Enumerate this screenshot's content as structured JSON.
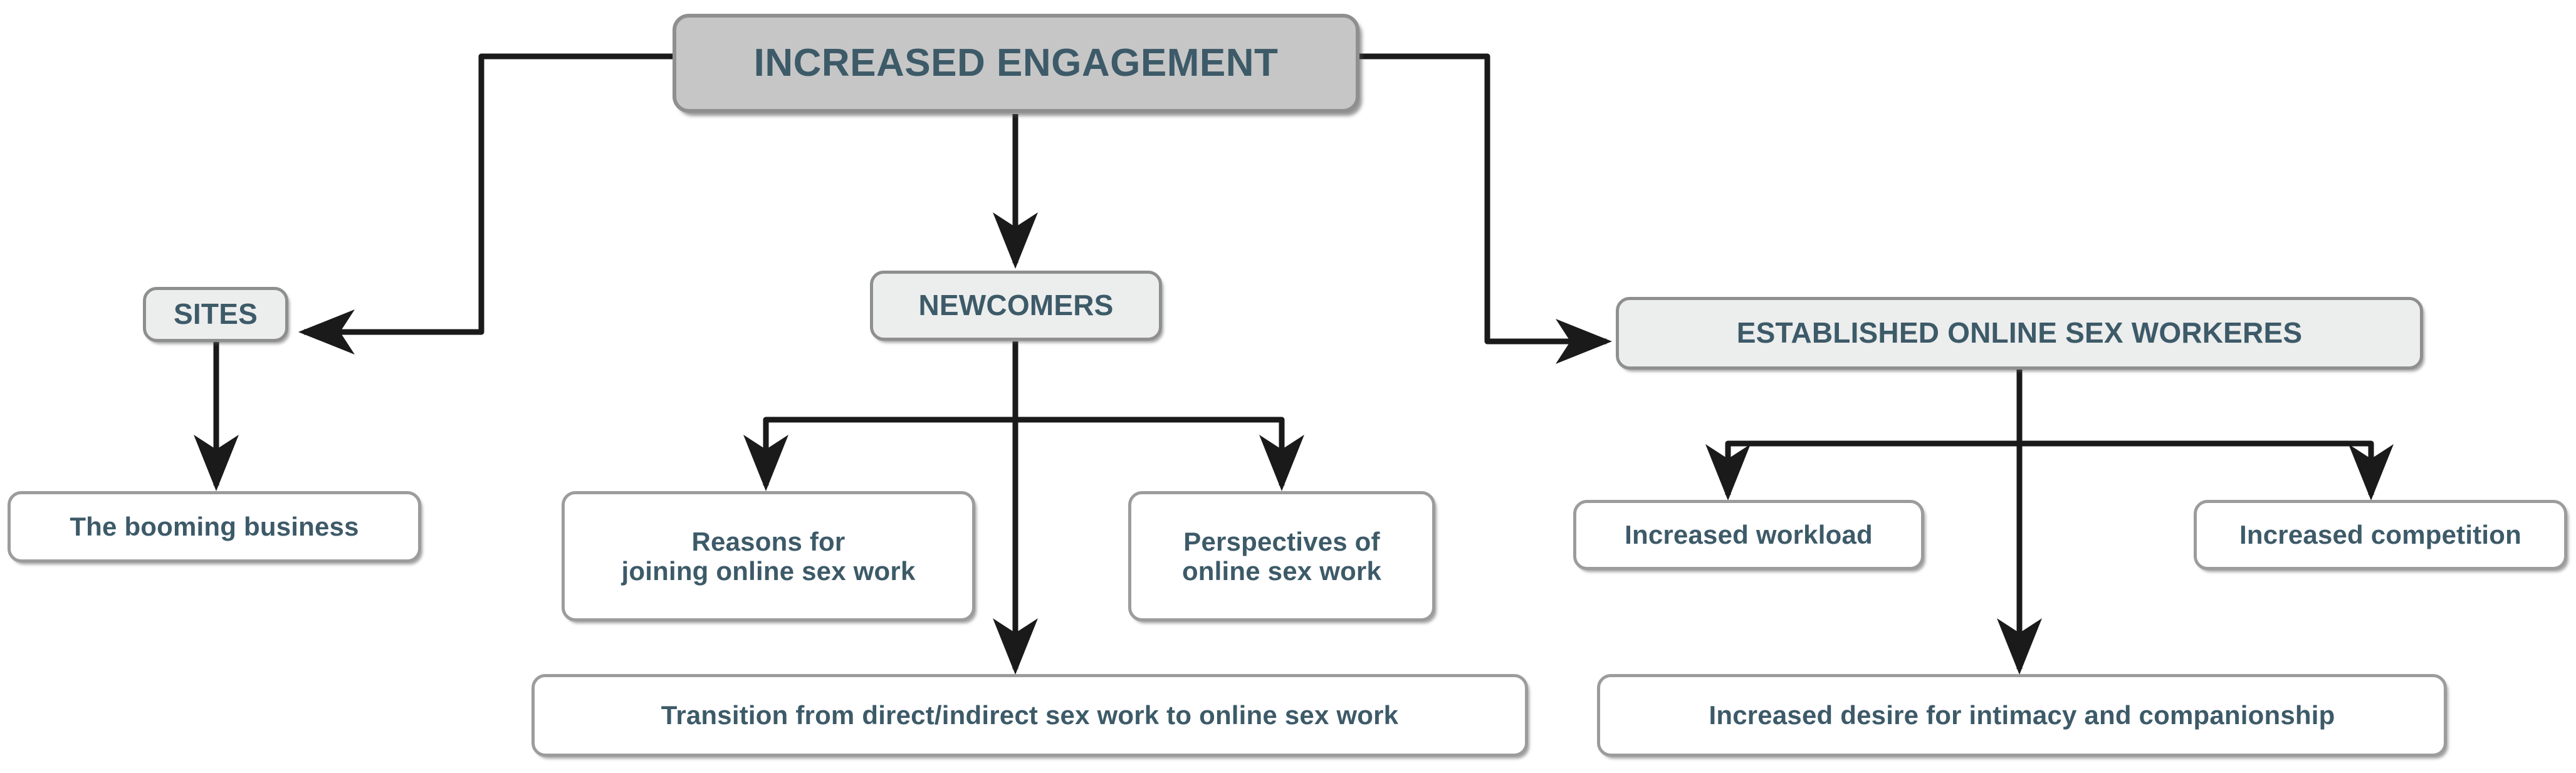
{
  "diagram": {
    "title": "Increased engagement in online sex work thematic map",
    "type": "hierarchical-flowchart",
    "colors": {
      "text": "#3d5a68",
      "root_fill": "#c6c6c6",
      "level2_fill": "#eceded",
      "leaf_fill": "#ffffff",
      "border": "#9c9c9c",
      "connector": "#1a1a1a",
      "background": "#ffffff"
    },
    "nodes": {
      "root": {
        "label": "INCREASED ENGAGEMENT",
        "level": 1
      },
      "sites": {
        "label": "SITES",
        "level": 2
      },
      "newcomers": {
        "label": "NEWCOMERS",
        "level": 2
      },
      "established": {
        "label": "ESTABLISHED ONLINE SEX WORKERES",
        "level": 2
      },
      "booming_business": {
        "label": "The booming business",
        "level": 3
      },
      "reasons_joining": {
        "label": "Reasons for\njoining online sex work",
        "level": 3
      },
      "perspectives": {
        "label": "Perspectives of\nonline sex work",
        "level": 3
      },
      "transition": {
        "label": "Transition from direct/indirect sex work to online sex work",
        "level": 3
      },
      "increased_workload": {
        "label": "Increased workload",
        "level": 3
      },
      "increased_competition": {
        "label": "Increased competition",
        "level": 3
      },
      "increased_desire": {
        "label": "Increased desire for intimacy and companionship",
        "level": 3
      }
    },
    "edges": [
      {
        "from": "root",
        "to": "sites",
        "style": "elbow-left-arrow"
      },
      {
        "from": "root",
        "to": "newcomers",
        "style": "straight-down-arrow"
      },
      {
        "from": "root",
        "to": "established",
        "style": "elbow-right-arrow"
      },
      {
        "from": "sites",
        "to": "booming_business",
        "style": "straight-down-arrow"
      },
      {
        "from": "newcomers",
        "to": "reasons_joining",
        "style": "fork-down-arrow"
      },
      {
        "from": "newcomers",
        "to": "perspectives",
        "style": "fork-down-arrow"
      },
      {
        "from": "newcomers",
        "to": "transition",
        "style": "straight-down-arrow"
      },
      {
        "from": "established",
        "to": "increased_workload",
        "style": "fork-down-arrow"
      },
      {
        "from": "established",
        "to": "increased_competition",
        "style": "fork-down-arrow"
      },
      {
        "from": "established",
        "to": "increased_desire",
        "style": "straight-down-arrow"
      }
    ]
  }
}
